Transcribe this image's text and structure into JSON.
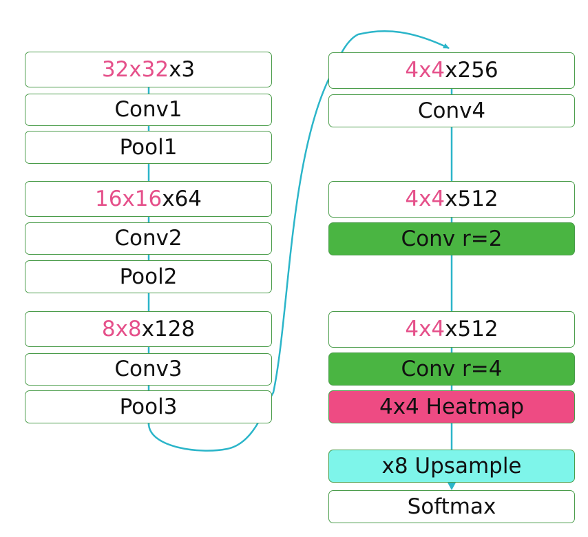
{
  "left_column": {
    "input_shape": {
      "highlight": "32x32",
      "rest": "x3"
    },
    "conv1": "Conv1",
    "pool1": "Pool1",
    "shape2": {
      "highlight": "16x16",
      "rest": "x64"
    },
    "conv2": "Conv2",
    "pool2": "Pool2",
    "shape3": {
      "highlight": "8x8",
      "rest": "x128"
    },
    "conv3": "Conv3",
    "pool3": "Pool3"
  },
  "right_column": {
    "shape4": {
      "highlight": "4x4",
      "rest": "x256"
    },
    "conv4": "Conv4",
    "shape5": {
      "highlight": "4x4",
      "rest": "x512"
    },
    "conv_r2": "Conv r=2",
    "shape6": {
      "highlight": "4x4",
      "rest": "x512"
    },
    "conv_r4": "Conv r=4",
    "heatmap": "4x4 Heatmap",
    "upsample": "x8 Upsample",
    "softmax": "Softmax"
  },
  "colors": {
    "border": "#4a9c4a",
    "connector": "#2bb5c9",
    "highlight_text": "#e5508a",
    "dilated_conv_fill": "#4ab542",
    "heatmap_fill": "#ee4b83",
    "upsample_fill": "#7ef5ea"
  }
}
